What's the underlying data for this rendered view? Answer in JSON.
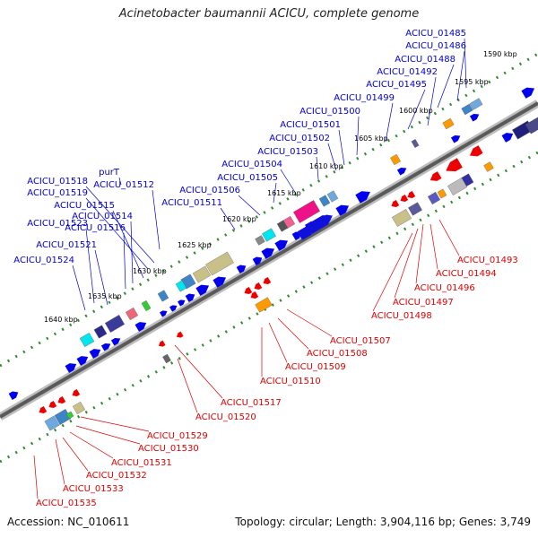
{
  "title": "Acinetobacter baumannii ACICU, complete genome",
  "accession": "Accession: NC_010611",
  "genome_info": "Topology: circular; Length: 3,904,116 bp; Genes: 3,749",
  "kbp_ticks": [
    "1590 kbp",
    "1595 kbp",
    "1600 kbp",
    "1605 kbp",
    "1610 kbp",
    "1615 kbp",
    "1620 kbp",
    "1625 kbp",
    "1630 kbp",
    "1635 kbp",
    "1640 kbp"
  ],
  "top_labels": [
    "ACICU_01485",
    "ACICU_01486",
    "ACICU_01488",
    "ACICU_01492",
    "ACICU_01495",
    "ACICU_01499",
    "ACICU_01500",
    "ACICU_01501",
    "ACICU_01502",
    "ACICU_01503",
    "ACICU_01504",
    "ACICU_01505",
    "ACICU_01506",
    "ACICU_01511",
    "purT",
    "ACICU_01512",
    "ACICU_01518",
    "ACICU_01519",
    "ACICU_01515",
    "ACICU_01514",
    "ACICU_01516",
    "ACICU_01523",
    "ACICU_01521",
    "ACICU_01524"
  ],
  "bottom_labels": [
    "ACICU_01493",
    "ACICU_01494",
    "ACICU_01496",
    "ACICU_01497",
    "ACICU_01498",
    "ACICU_01507",
    "ACICU_01508",
    "ACICU_01509",
    "ACICU_01510",
    "ACICU_01517",
    "ACICU_01520",
    "ACICU_01529",
    "ACICU_01530",
    "ACICU_01531",
    "ACICU_01532",
    "ACICU_01533",
    "ACICU_01535"
  ],
  "colors": {
    "forward_gene": "#0000ee",
    "reverse_gene": "#ee0000",
    "label_top": "#0000cc",
    "label_bottom": "#dd0000",
    "backbone": "#555555",
    "dotted_guide": "#2e8b2e"
  }
}
